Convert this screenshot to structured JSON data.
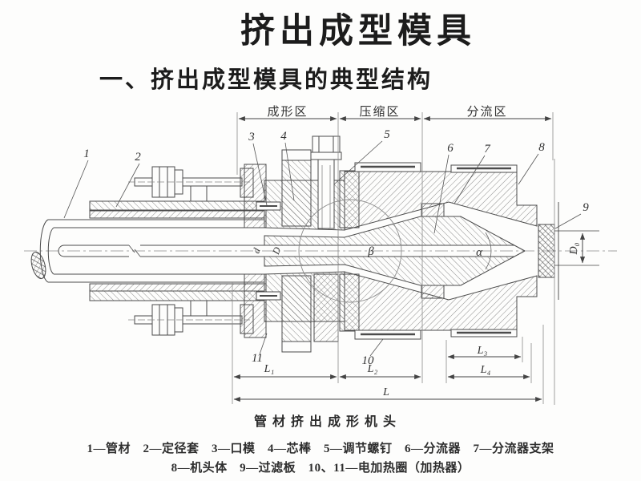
{
  "slide": {
    "title": "挤出成型模具",
    "subtitle": "一、挤出成型模具的典型结构"
  },
  "figure": {
    "zones": {
      "forming": "成形区",
      "compression": "压缩区",
      "distribution": "分流区"
    },
    "callouts": {
      "c1": "1",
      "c2": "2",
      "c3": "3",
      "c4": "4",
      "c5": "5",
      "c6": "6",
      "c7": "7",
      "c8": "8",
      "c9": "9",
      "c10": "10",
      "c11": "11"
    },
    "dims": {
      "L": "L",
      "L1": "L₁",
      "L2": "L₂",
      "L3": "L₃",
      "L4": "L₄",
      "D0": "D₀",
      "d": "d",
      "D": "D",
      "alpha": "α",
      "beta": "β"
    },
    "caption": "管材挤出成形机头",
    "legend": [
      "1—管材　2—定径套　3—口模　4—芯棒　5—调节螺钉　6—分流器　7—分流器支架",
      "8—机头体　9—过滤板　10、11—电加热圈（加热器）"
    ]
  }
}
